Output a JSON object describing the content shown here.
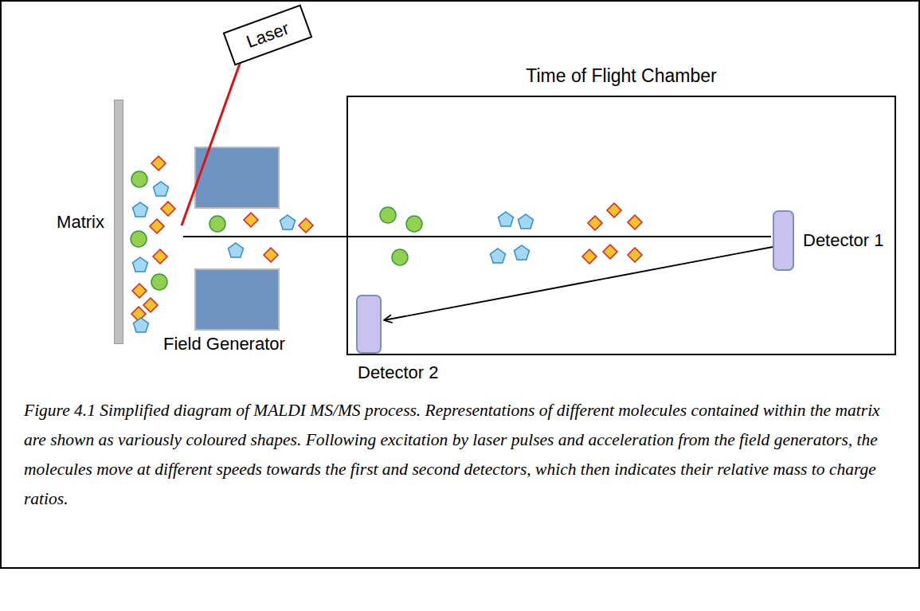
{
  "diagram": {
    "caption": "Figure 4.1 Simplified diagram of MALDI MS/MS process. Representations of different molecules contained within the matrix are shown as variously coloured shapes. Following excitation by laser pulses and acceleration from the field generators, the molecules move at different speeds towards the first and second detectors, which then indicates their relative mass to charge ratios.",
    "nodes": [
      {
        "text": [
          "Laser"
        ]
      },
      {
        "text": [
          "Matrix"
        ]
      },
      {
        "text": [
          "Time of Flight Chamber"
        ]
      },
      {
        "text": [
          "Detector 1"
        ],
        "in": 2
      },
      {
        "text": [
          "Detector 2"
        ],
        "in": 2
      }
    ],
    "edges": [
      {
        "from": 3,
        "to": 4,
        "arrow": "to"
      }
    ],
    "labels": [
      "Field Generator"
    ]
  }
}
